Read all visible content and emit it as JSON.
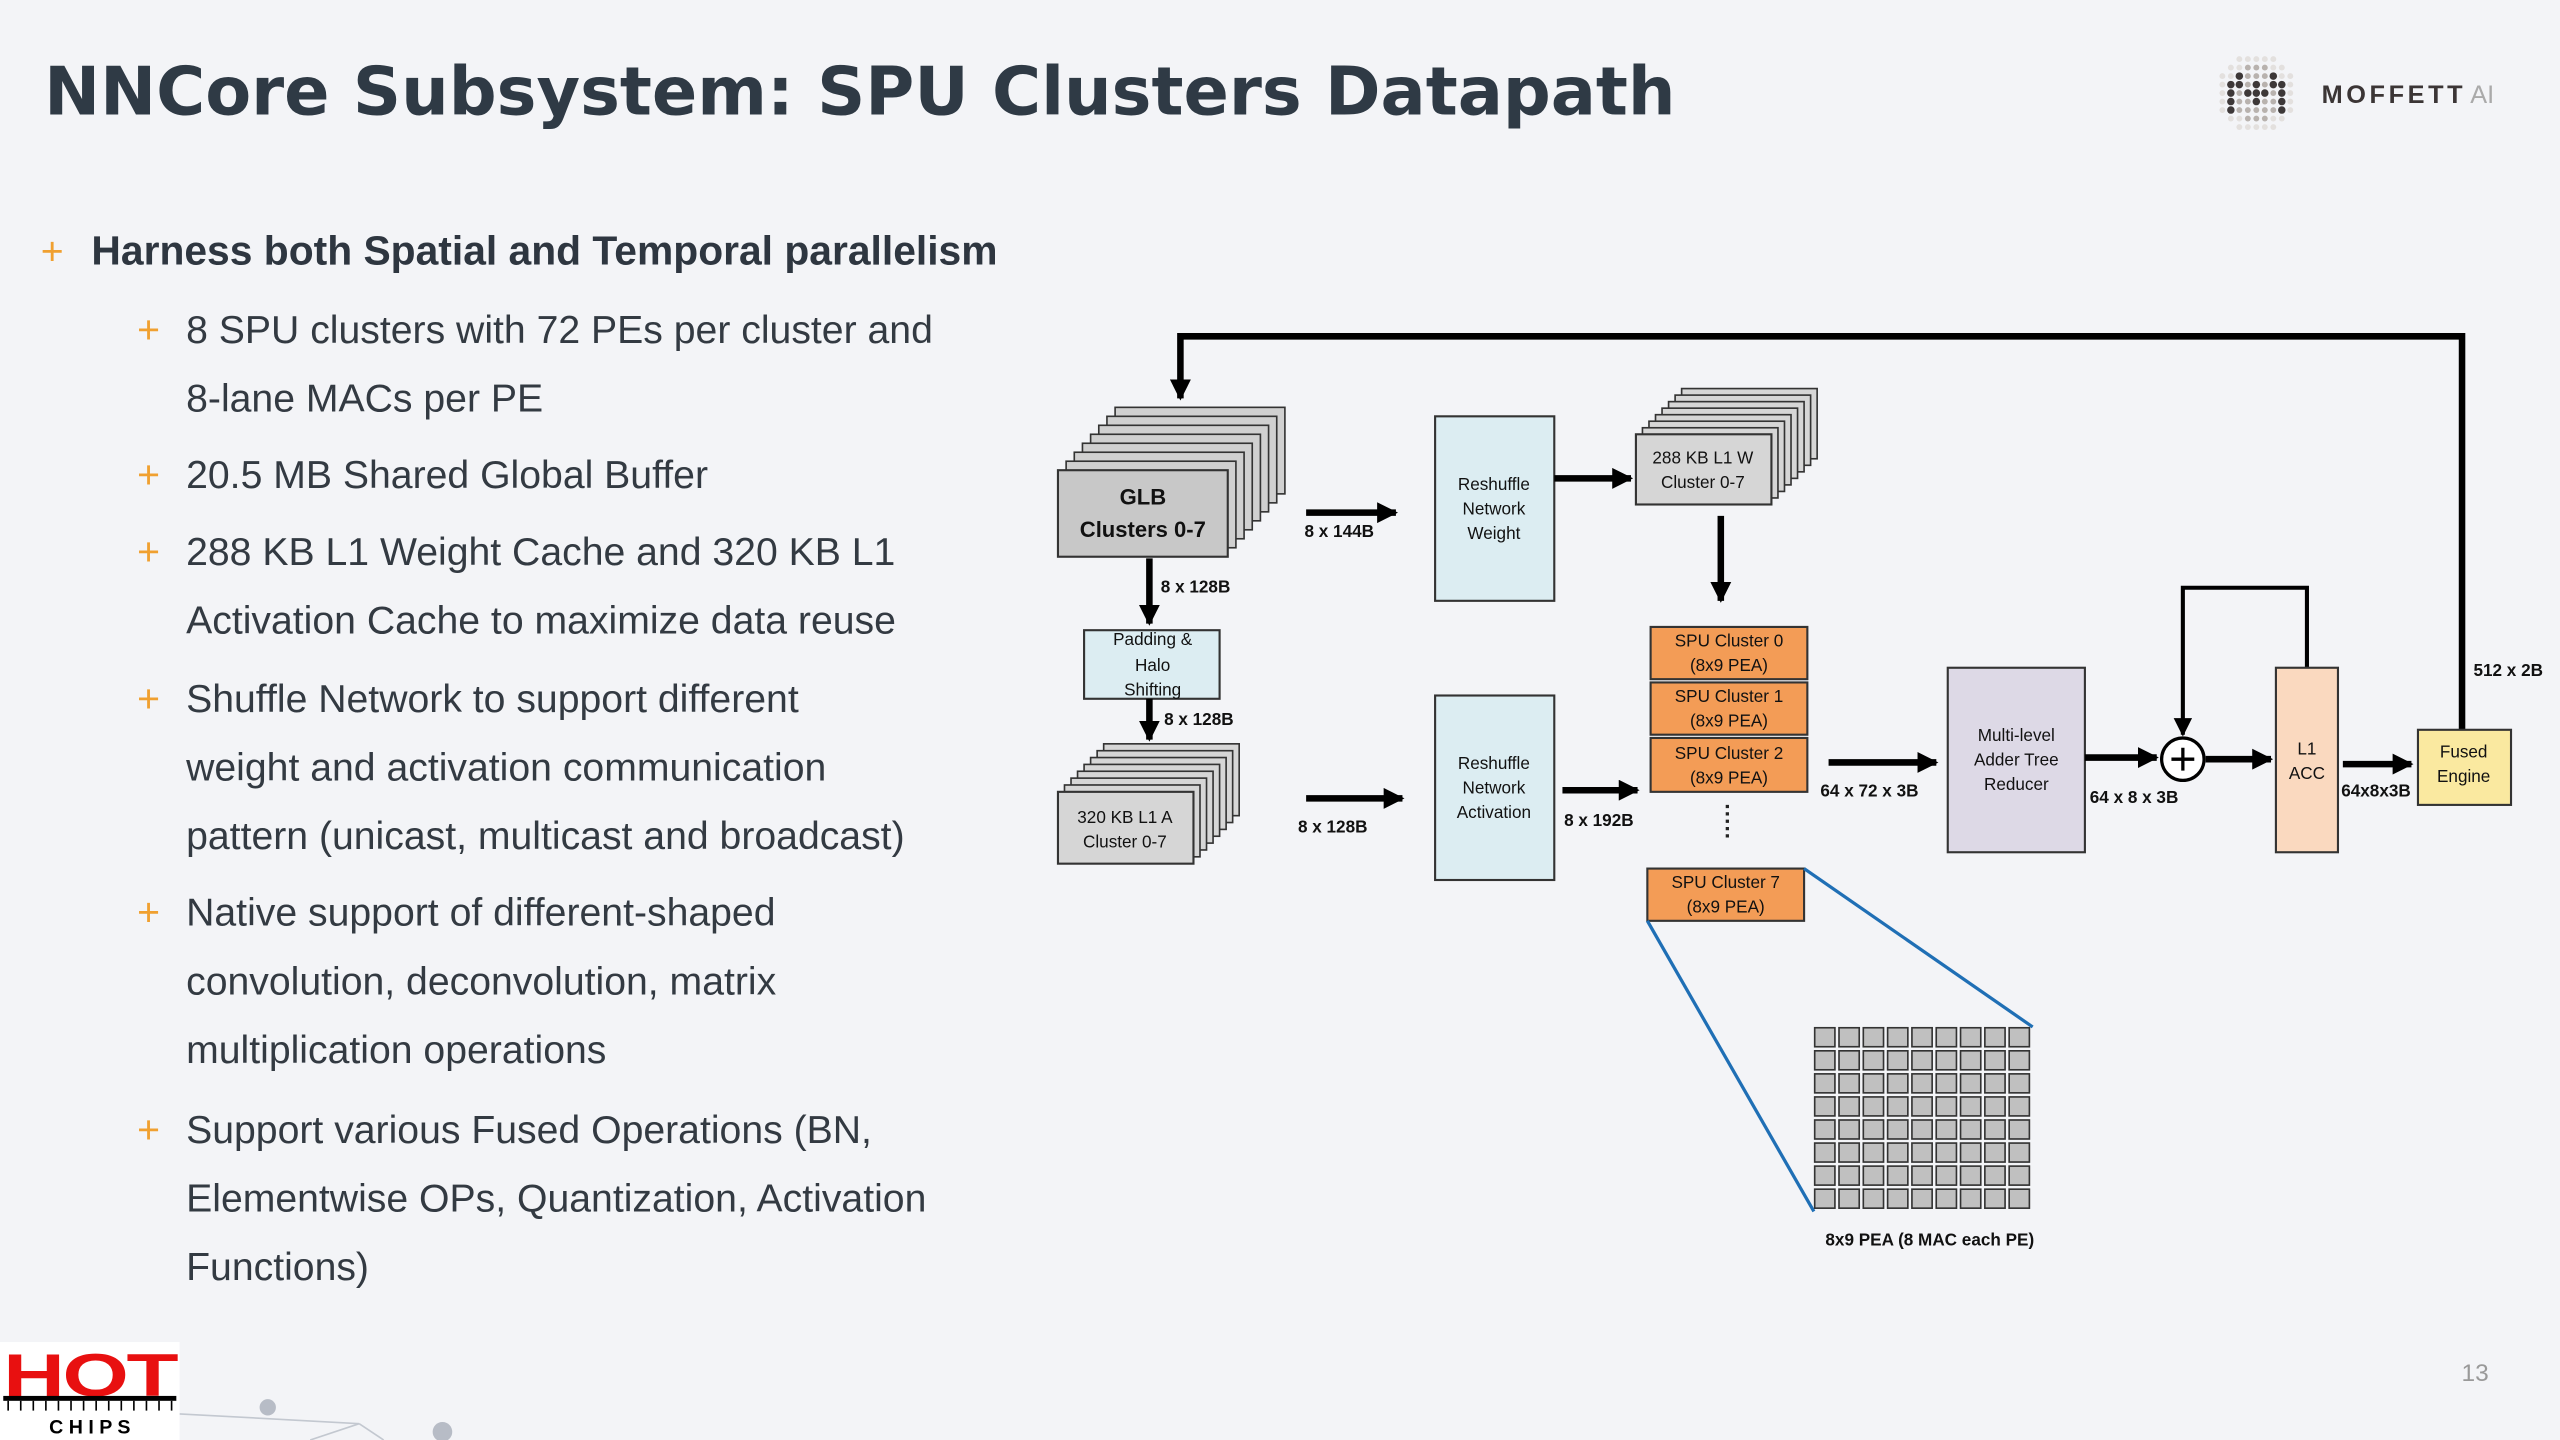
{
  "title": "NNCore Subsystem: SPU Clusters Datapath",
  "logo": {
    "brand": "MOFFETT",
    "suffix": "AI"
  },
  "footer_logo": {
    "top": "HOT",
    "bottom": "C H I P S"
  },
  "page_number": "13",
  "bullets": [
    {
      "level": 1,
      "lines": [
        "Harness both Spatial and Temporal parallelism"
      ]
    },
    {
      "level": 2,
      "lines": [
        "8 SPU clusters with 72 PEs per cluster and",
        "8-lane MACs per PE"
      ]
    },
    {
      "level": 2,
      "lines": [
        "20.5 MB Shared Global Buffer"
      ]
    },
    {
      "level": 2,
      "lines": [
        "288 KB L1 Weight Cache and 320 KB L1",
        "Activation Cache to maximize data reuse"
      ]
    },
    {
      "level": 2,
      "lines": [
        "Shuffle Network to support different",
        "weight and activation communication",
        "pattern (unicast, multicast and broadcast)"
      ]
    },
    {
      "level": 2,
      "lines": [
        "Native support of different-shaped",
        "convolution, deconvolution, matrix",
        "multiplication operations"
      ]
    },
    {
      "level": 2,
      "lines": [
        "Support various Fused Operations (BN,",
        "Elementwise OPs, Quantization, Activation",
        "Functions)"
      ]
    }
  ],
  "colors": {
    "accent": "#f0a030",
    "stack_gray": "#c8c8c8",
    "reshuffle": "#dcedf2",
    "spu": "#f39c56",
    "adder": "#ddd9e6",
    "acc": "#fad9bf",
    "fused": "#fae9a0",
    "zoom_line": "#1f6fb5"
  },
  "diagram": {
    "glb": [
      "GLB",
      "Clusters 0-7"
    ],
    "l1w": [
      "288 KB L1 W",
      "Cluster 0-7"
    ],
    "l1a": [
      "320 KB L1 A",
      "Cluster 0-7"
    ],
    "padding": [
      "Padding &",
      "Halo",
      "Shifting"
    ],
    "reshuffle_w": [
      "Reshuffle",
      "Network",
      "Weight"
    ],
    "reshuffle_a": [
      "Reshuffle",
      "Network",
      "Activation"
    ],
    "spu_clusters": [
      [
        "SPU Cluster 0",
        "(8x9 PEA)"
      ],
      [
        "SPU Cluster 1",
        "(8x9 PEA)"
      ],
      [
        "SPU Cluster 2",
        "(8x9 PEA)"
      ],
      [
        "SPU Cluster 7",
        "(8x9 PEA)"
      ]
    ],
    "adder": [
      "Multi-level",
      "Adder Tree",
      "Reducer"
    ],
    "acc": [
      "L1",
      "ACC"
    ],
    "fused": [
      "Fused",
      "Engine"
    ],
    "edge_labels": {
      "glb_to_rw": "8 x 144B",
      "glb_to_pad": "8 x 128B",
      "pad_to_l1a": "8 x 128B",
      "l1a_to_ra": "8 x 128B",
      "ra_to_spu": "8 x 192B",
      "spu_to_adder": "64 x 72 x 3B",
      "adder_to_sum": "64 x 8 x 3B",
      "acc_to_fused": "64x8x3B",
      "fused_feedback": "512 x 2B"
    },
    "pea_grid": {
      "rows": 8,
      "cols": 9,
      "caption": "8x9 PEA (8 MAC each PE)"
    }
  }
}
